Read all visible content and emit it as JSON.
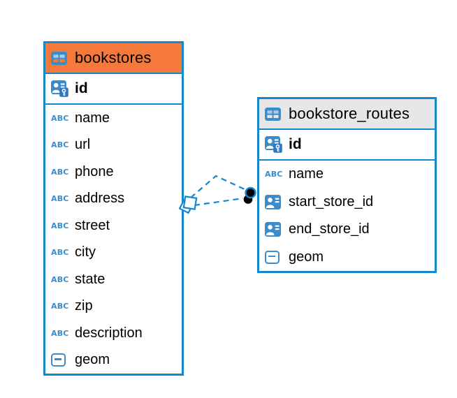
{
  "colors": {
    "background": "#FFFFFF",
    "text": "#000000",
    "table_border": "#1588CB",
    "icon_blue": "#3A8CCB",
    "icon_cell": "#A6CBE9",
    "key_badge": "#2E77C2",
    "bookstores_header": "#F5793B",
    "routes_header": "#E7E7E7",
    "link": "#1588CB"
  },
  "icons": {
    "text_glyph": "ABC"
  },
  "tables": {
    "bookstores": {
      "title": "bookstores",
      "pk": {
        "name": "id",
        "type": "primary-key"
      },
      "columns": [
        {
          "name": "name",
          "type": "text"
        },
        {
          "name": "url",
          "type": "text"
        },
        {
          "name": "phone",
          "type": "text"
        },
        {
          "name": "address",
          "type": "text"
        },
        {
          "name": "street",
          "type": "text"
        },
        {
          "name": "city",
          "type": "text"
        },
        {
          "name": "state",
          "type": "text"
        },
        {
          "name": "zip",
          "type": "text"
        },
        {
          "name": "description",
          "type": "text"
        },
        {
          "name": "geom",
          "type": "geometry"
        }
      ]
    },
    "bookstore_routes": {
      "title": "bookstore_routes",
      "pk": {
        "name": "id",
        "type": "primary-key"
      },
      "columns": [
        {
          "name": "name",
          "type": "text"
        },
        {
          "name": "start_store_id",
          "type": "reference"
        },
        {
          "name": "end_store_id",
          "type": "reference"
        },
        {
          "name": "geom",
          "type": "geometry"
        }
      ]
    }
  },
  "relationship": {
    "type": "foreign-key",
    "from": "bookstore_routes",
    "to": "bookstores",
    "line_style": "dashed"
  }
}
